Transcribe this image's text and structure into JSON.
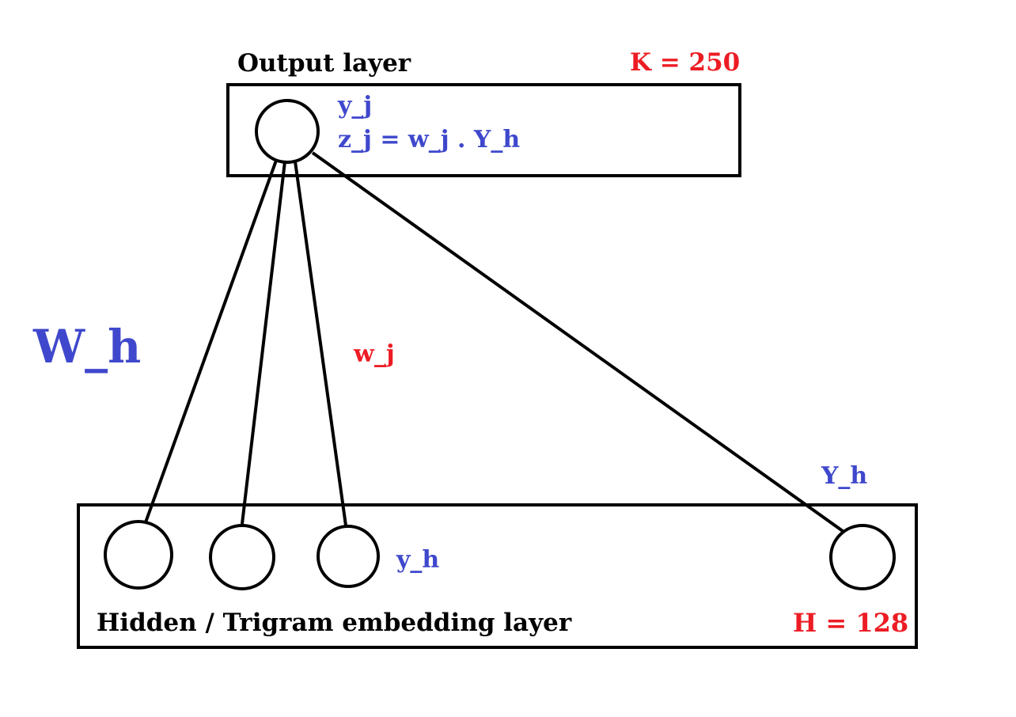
{
  "output_layer": {
    "title": "Output layer",
    "size_label": "K = 250",
    "node_label": "y_j",
    "equation": "z_j = w_j . Y_h"
  },
  "hidden_layer": {
    "title": "Hidden / Trigram embedding layer",
    "size_label": "H = 128",
    "node_label": "y_h",
    "vector_label": "Y_h"
  },
  "weights": {
    "matrix_label": "W_h",
    "vector_label": "w_j"
  },
  "colors": {
    "stroke": "#000000",
    "blue": "#3f48cc",
    "red": "#ed1c24",
    "black": "#000000"
  }
}
